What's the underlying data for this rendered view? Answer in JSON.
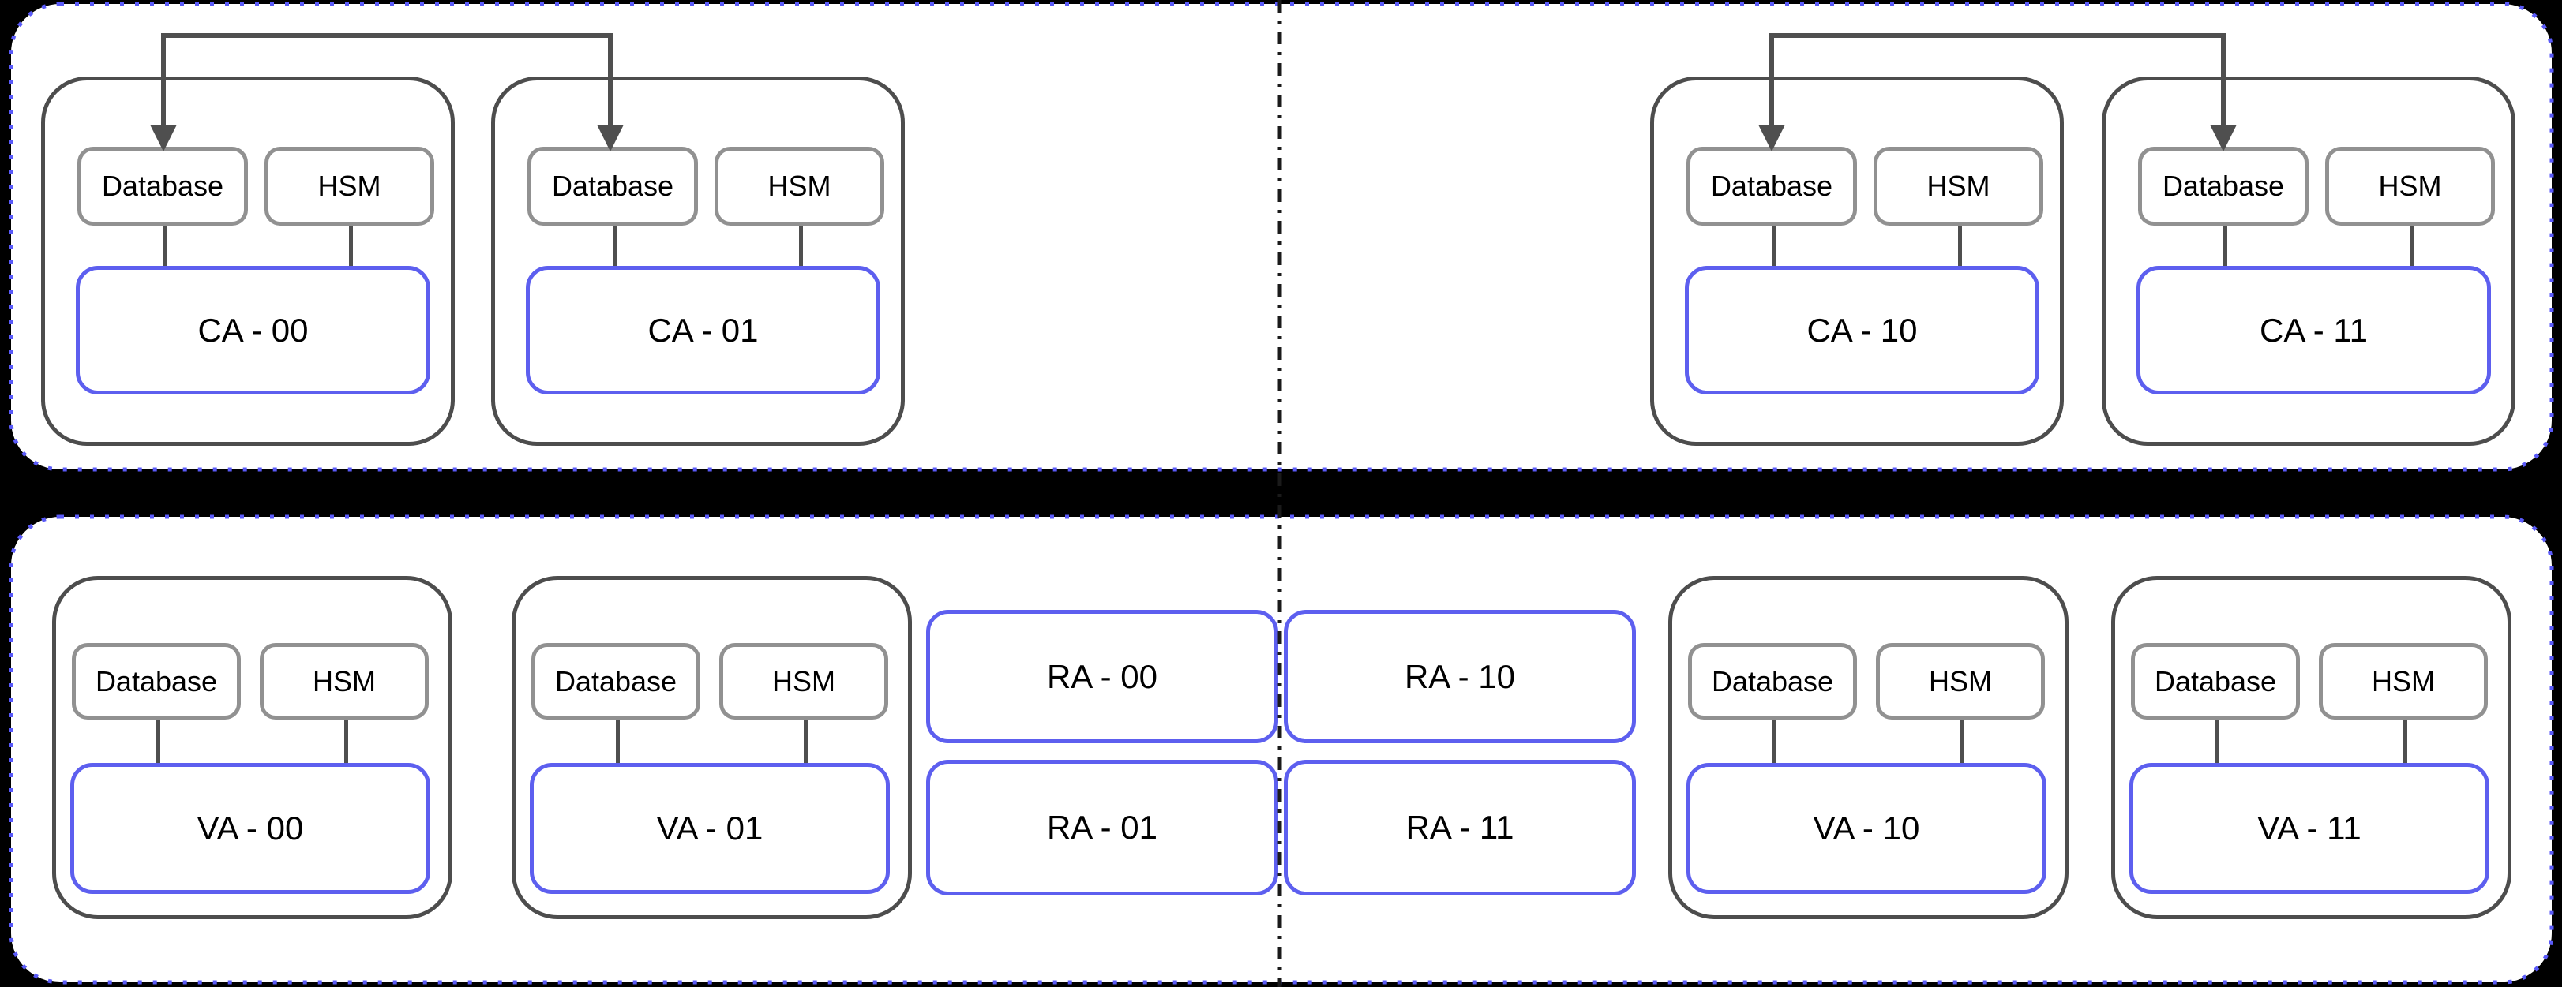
{
  "palette": {
    "background": "#000000",
    "zone_fill": "#FFFFFF",
    "zone_dotted_border_blue": "#5A5AF8",
    "node_border_blue": "#5D5FEF",
    "group_border_gray": "#4D4D4D",
    "component_border_gray": "#919191",
    "connector_gray": "#4F4F4F",
    "divider_black": "#1A1A1A",
    "text_color": "#000000"
  },
  "zones": {
    "top": {
      "name": "ca-zone"
    },
    "bottom": {
      "name": "va-ra-zone"
    },
    "divider_style": "vertical dash-dot center line"
  },
  "groups": [
    {
      "id": "ca-00",
      "label": "CA - 00",
      "components": {
        "database": "Database",
        "hsm": "HSM"
      }
    },
    {
      "id": "ca-01",
      "label": "CA - 01",
      "components": {
        "database": "Database",
        "hsm": "HSM"
      }
    },
    {
      "id": "ca-10",
      "label": "CA - 10",
      "components": {
        "database": "Database",
        "hsm": "HSM"
      }
    },
    {
      "id": "ca-11",
      "label": "CA - 11",
      "components": {
        "database": "Database",
        "hsm": "HSM"
      }
    },
    {
      "id": "va-00",
      "label": "VA - 00",
      "components": {
        "database": "Database",
        "hsm": "HSM"
      }
    },
    {
      "id": "va-01",
      "label": "VA - 01",
      "components": {
        "database": "Database",
        "hsm": "HSM"
      }
    },
    {
      "id": "va-10",
      "label": "VA - 10",
      "components": {
        "database": "Database",
        "hsm": "HSM"
      }
    },
    {
      "id": "va-11",
      "label": "VA - 11",
      "components": {
        "database": "Database",
        "hsm": "HSM"
      }
    }
  ],
  "ra_nodes": [
    {
      "id": "ra-00",
      "label": "RA - 00"
    },
    {
      "id": "ra-01",
      "label": "RA - 01"
    },
    {
      "id": "ra-10",
      "label": "RA - 10"
    },
    {
      "id": "ra-11",
      "label": "RA - 11"
    }
  ],
  "arrows": [
    {
      "from": "ca-00 database",
      "to": "ca-01 database",
      "heads": "both-down"
    },
    {
      "from": "ca-10 database",
      "to": "ca-11 database",
      "heads": "both-down"
    }
  ]
}
